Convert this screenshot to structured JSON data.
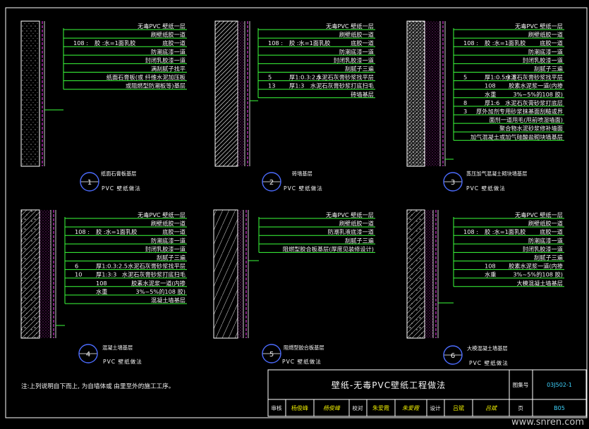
{
  "details": [
    {
      "num": "1",
      "caption": "纸面石膏板基层",
      "sub": "PVC 壁纸做法",
      "wall": "dots",
      "rows": [
        {
          "a": "",
          "b": "",
          "text": "无毒PVC 壁纸一层"
        },
        {
          "a": "",
          "b": "",
          "text": "刷壁纸胶一道"
        },
        {
          "a": "108 :",
          "b": "胶 :水=1面乳胶",
          "text": "底胶一道"
        },
        {
          "a": "",
          "b": "",
          "text": "防潮底漆一道"
        },
        {
          "a": "",
          "b": "",
          "text": "封闭乳胶漆一道"
        },
        {
          "a": "",
          "b": "",
          "text": "满刮腻子找平"
        },
        {
          "a": "",
          "b": "",
          "text": "纸面石膏板(或 纤维水泥加压板"
        },
        {
          "a": "",
          "b": "",
          "text": "或阻燃型防潮板等)基层"
        }
      ]
    },
    {
      "num": "2",
      "caption": "砖墙基层",
      "sub": "PVC 壁纸做法",
      "wall": "brick",
      "rows": [
        {
          "a": "",
          "b": "",
          "text": "无毒PVC 壁纸一层"
        },
        {
          "a": "",
          "b": "",
          "text": "刷壁纸胶一道"
        },
        {
          "a": "108 :",
          "b": "胶 :水=1面乳胶",
          "text": "底胶一道"
        },
        {
          "a": "",
          "b": "",
          "text": "防潮底漆一道"
        },
        {
          "a": "",
          "b": "",
          "text": "封闭乳胶漆一道"
        },
        {
          "a": "",
          "b": "",
          "text": "刮腻子三遍"
        },
        {
          "a": "5",
          "b": "厚1:0.3:2.5",
          "text": "水泥石灰膏砂浆找平层"
        },
        {
          "a": "13",
          "b": "厚1:3",
          "text": "水泥石灰膏砂浆打底扫毛"
        },
        {
          "a": "",
          "b": "",
          "text": "砖墙基层"
        }
      ]
    },
    {
      "num": "3",
      "caption": "蒸压加气混凝土砌块墙基层",
      "sub": "PVC 壁纸做法",
      "wall": "aerated",
      "rows": [
        {
          "a": "",
          "b": "",
          "text": "无毒PVC 壁纸一层"
        },
        {
          "a": "",
          "b": "",
          "text": "刷壁纸胶一道"
        },
        {
          "a": "108 :",
          "b": "胶 :水=1面乳胶",
          "text": "底胶一道"
        },
        {
          "a": "",
          "b": "",
          "text": "防潮底漆一道"
        },
        {
          "a": "",
          "b": "",
          "text": "封闭乳胶漆一道"
        },
        {
          "a": "",
          "b": "",
          "text": "刮腻子三遍"
        },
        {
          "a": "5",
          "b": "厚1:0.5:2.5",
          "text": "水泥石灰膏砂浆找平层"
        },
        {
          "a": "",
          "b": "108",
          "text": "胶素水泥浆一道(内掺"
        },
        {
          "a": "",
          "b": "水重",
          "text": "3%~5%的108 胶)"
        },
        {
          "a": "8",
          "b": "厚1:6",
          "text": "水泥石灰膏砂浆打底层"
        },
        {
          "a": "3",
          "b": "",
          "text": "厚外加剂专用砂浆抹基面刮糙或界"
        },
        {
          "a": "",
          "b": "",
          "text": "面剂一道甩毛(甩前喷湿墙面)"
        },
        {
          "a": "",
          "b": "",
          "text": "聚合物水泥砂浆修补墙面"
        },
        {
          "a": "",
          "b": "",
          "text": "加气混凝土或加气硅酸盐砌块墙基层"
        }
      ]
    },
    {
      "num": "4",
      "caption": "混凝土墙基层",
      "sub": "PVC 壁纸做法",
      "wall": "concrete",
      "rows": [
        {
          "a": "",
          "b": "",
          "text": "无毒PVC 壁纸一层"
        },
        {
          "a": "",
          "b": "",
          "text": "刷壁纸胶一道"
        },
        {
          "a": "108 :",
          "b": "胶 :水=1面乳胶",
          "text": "底胶一道"
        },
        {
          "a": "",
          "b": "",
          "text": "防潮底漆一道"
        },
        {
          "a": "",
          "b": "",
          "text": "封闭乳胶漆一道"
        },
        {
          "a": "",
          "b": "",
          "text": "刮腻子三遍"
        },
        {
          "a": "6",
          "b": "厚1:0.3:2.5",
          "text": "水泥石灰膏砂浆找平层"
        },
        {
          "a": "10",
          "b": "厚1:3:3",
          "text": "水泥石灰膏砂浆打底扫毛"
        },
        {
          "a": "",
          "b": "108",
          "text": "胶素水泥浆一道(内掺"
        },
        {
          "a": "",
          "b": "水重",
          "text": "3%~5%的108 胶)"
        },
        {
          "a": "",
          "b": "",
          "text": "混凝土墙基层"
        }
      ]
    },
    {
      "num": "5",
      "caption": "阻燃型胶合板基层",
      "sub": "PVC 壁纸做法",
      "wall": "plywood",
      "rows": [
        {
          "a": "",
          "b": "",
          "text": "无毒PVC 壁纸一层"
        },
        {
          "a": "",
          "b": "",
          "text": "刷壁纸胶一道"
        },
        {
          "a": "",
          "b": "",
          "text": "防潮乳液底漆一道"
        },
        {
          "a": "",
          "b": "",
          "text": "刮腻子三遍"
        },
        {
          "a": "",
          "b": "",
          "text": "阻燃型胶合板基层(厚度见装修设计)"
        }
      ]
    },
    {
      "num": "6",
      "caption": "大模混凝土墙基层",
      "sub": "PVC 壁纸做法",
      "wall": "concrete2",
      "rows": [
        {
          "a": "",
          "b": "",
          "text": "无毒PVC 壁纸一层"
        },
        {
          "a": "",
          "b": "",
          "text": "刷壁纸胶一道"
        },
        {
          "a": "108 :",
          "b": "胶 :水=1面乳胶",
          "text": "底胶一道"
        },
        {
          "a": "",
          "b": "",
          "text": "防潮底漆一道"
        },
        {
          "a": "",
          "b": "",
          "text": "封闭乳胶漆一道"
        },
        {
          "a": "",
          "b": "",
          "text": "刮腻子三遍"
        },
        {
          "a": "",
          "b": "108",
          "text": "胶素水泥浆一道(内掺"
        },
        {
          "a": "",
          "b": "水重",
          "text": "3%~5%的108 胶)"
        },
        {
          "a": "",
          "b": "",
          "text": "大模混凝土墙基层"
        }
      ]
    }
  ],
  "note": "注:上列说明自下而上, 为自墙体或 由里至外的施工工序。",
  "title_block": {
    "title": "壁纸-无毒PVC壁纸工程做法",
    "atlas_label": "图集号",
    "atlas_no": "03J502-1",
    "review_label": "审核",
    "review_name": "杨俊峰",
    "review_sign": "杨俊峰",
    "check_label": "校对",
    "check_name": "朱爱霞",
    "check_sign": "朱爱霞",
    "design_label": "设计",
    "design_name": "吕斌",
    "design_sign": "吕斌",
    "page_label": "页",
    "page_no": "B05"
  },
  "watermark": "www.snren.com",
  "colors": {
    "background": "#000000",
    "lines": "#3bff3b",
    "text": "#f4f4f4",
    "leader": "#cfcfcf",
    "hatch_magenta": "#ff3cff",
    "bubble": "#4c6cff",
    "frame": "#ffffff",
    "title_yellow": "#e8e800",
    "title_cyan": "#3fd4ff"
  }
}
